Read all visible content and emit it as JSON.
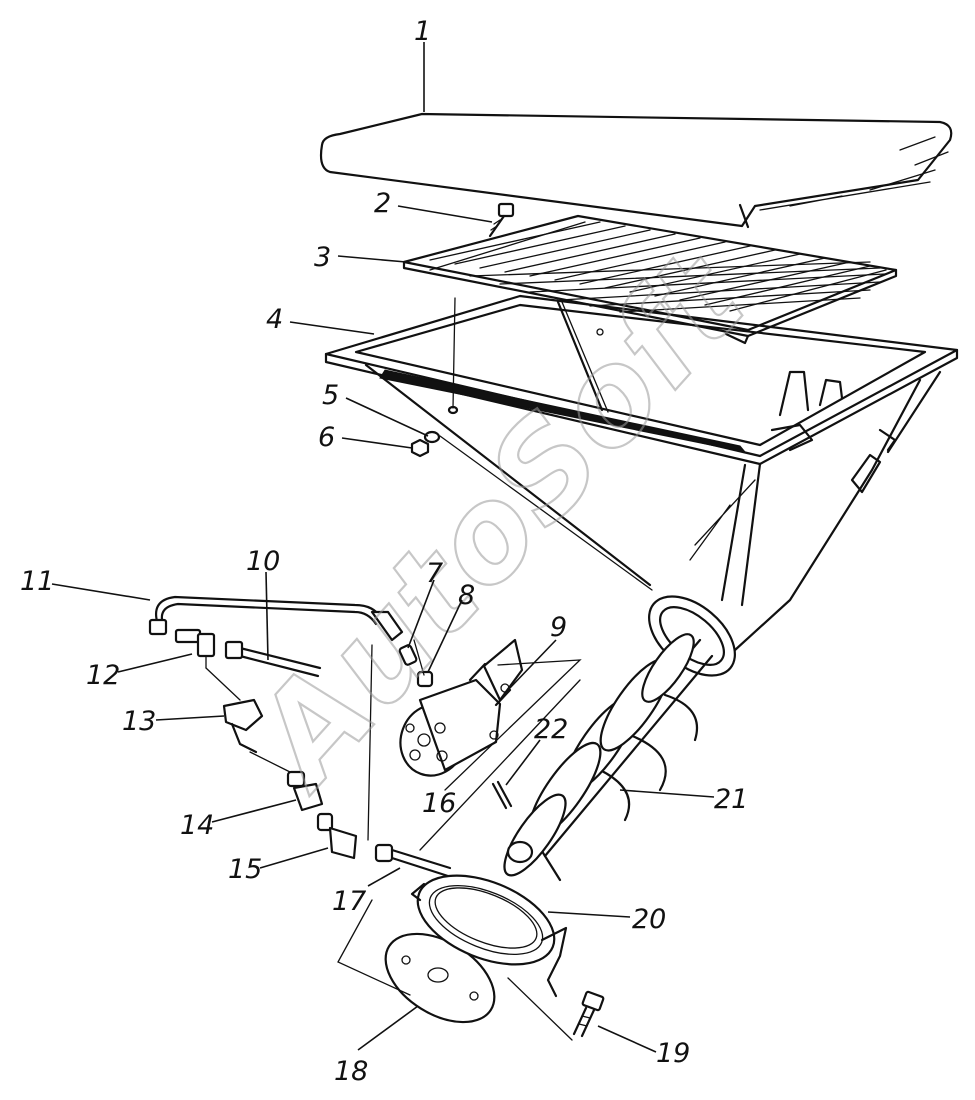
{
  "watermark": "AutoSoft",
  "callouts": [
    {
      "id": "1",
      "label": "1"
    },
    {
      "id": "2",
      "label": "2"
    },
    {
      "id": "3",
      "label": "3"
    },
    {
      "id": "4",
      "label": "4"
    },
    {
      "id": "5",
      "label": "5"
    },
    {
      "id": "6",
      "label": "6"
    },
    {
      "id": "7",
      "label": "7"
    },
    {
      "id": "8",
      "label": "8"
    },
    {
      "id": "9",
      "label": "9"
    },
    {
      "id": "10",
      "label": "10"
    },
    {
      "id": "11",
      "label": "11"
    },
    {
      "id": "12",
      "label": "12"
    },
    {
      "id": "13",
      "label": "13"
    },
    {
      "id": "14",
      "label": "14"
    },
    {
      "id": "15",
      "label": "15"
    },
    {
      "id": "16",
      "label": "16"
    },
    {
      "id": "17",
      "label": "17"
    },
    {
      "id": "18",
      "label": "18"
    },
    {
      "id": "19",
      "label": "19"
    },
    {
      "id": "20",
      "label": "20"
    },
    {
      "id": "21",
      "label": "21"
    },
    {
      "id": "22",
      "label": "22"
    }
  ]
}
